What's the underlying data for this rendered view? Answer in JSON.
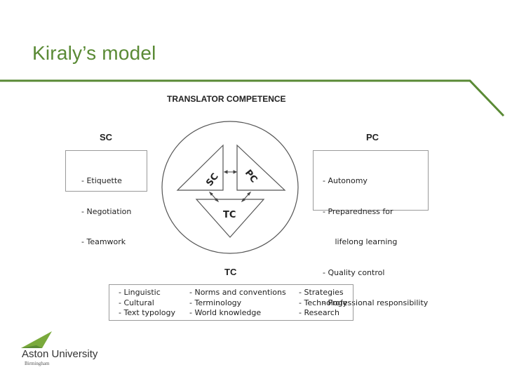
{
  "slide": {
    "title": "Kiraly’s model"
  },
  "diagram": {
    "heading": "TRANSLATOR COMPETENCE",
    "sc_label": "SC",
    "pc_label": "PC",
    "tc_label": "TC",
    "sc_items": [
      "- Etiquette",
      "- Negotiation",
      "- Teamwork"
    ],
    "pc_items": [
      "- Autonomy",
      "- Preparedness for",
      "     lifelong learning",
      "- Quality control",
      "- Professional responsibility"
    ],
    "triangles": {
      "left": "SC",
      "right": "PC",
      "bottom": "TC"
    },
    "tc_columns": [
      [
        "- Linguistic",
        "- Cultural",
        "- Text typology"
      ],
      [
        "- Norms and conventions",
        "- Terminology",
        "- World knowledge"
      ],
      [
        "- Strategies",
        "- Technology",
        "- Research"
      ]
    ]
  },
  "logo": {
    "name": "Aston University",
    "sub": "Birmingham"
  },
  "colors": {
    "accent": "#5a8a35",
    "logo_green": "#7aaa3c"
  }
}
